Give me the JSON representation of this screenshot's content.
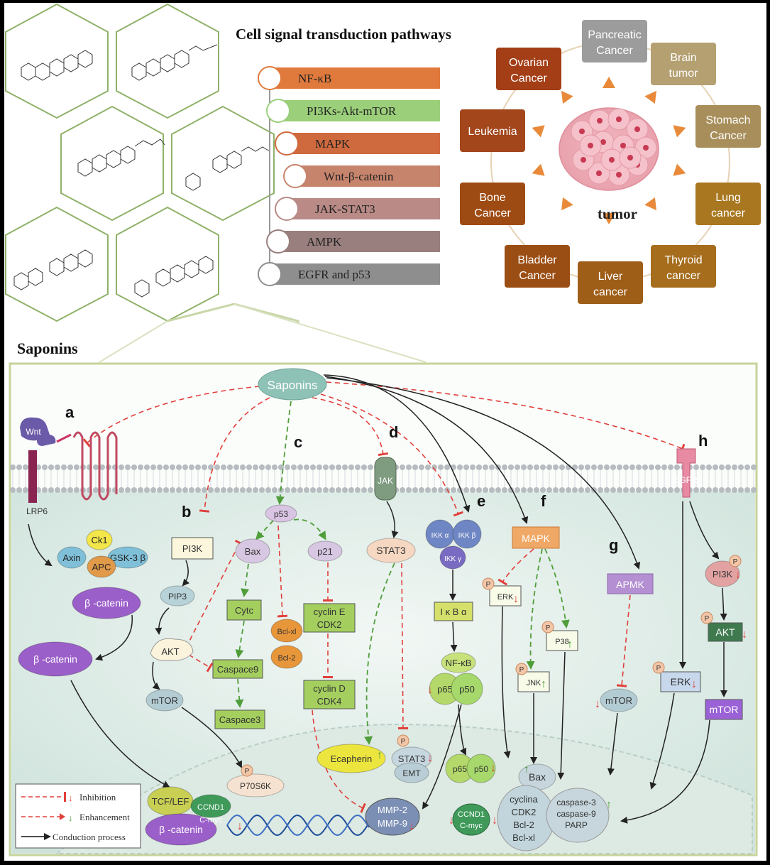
{
  "header": {
    "pathways_title": "Cell signal transduction pathways",
    "saponins_title": "Saponins"
  },
  "pathways": [
    {
      "label": "NF-κB",
      "color": "#e07a3c"
    },
    {
      "label": "PI3Ks-Akt-mTOR",
      "color": "#9bcf7a"
    },
    {
      "label": "MAPK",
      "color": "#cf6a3e"
    },
    {
      "label": "Wnt-β-catenin",
      "color": "#c7846c"
    },
    {
      "label": "JAK-STAT3",
      "color": "#b98a86"
    },
    {
      "label": "AMPK",
      "color": "#9a7f7f"
    },
    {
      "label": "EGFR and p53",
      "color": "#8e8e8e"
    }
  ],
  "cancers": [
    {
      "label": "Pancreatic Cancer",
      "color": "#9c9c9c"
    },
    {
      "label": "Brain tumor",
      "color": "#b5a072"
    },
    {
      "label": "Stomach Cancer",
      "color": "#a88e5a"
    },
    {
      "label": "Lung cancer",
      "color": "#a8771f"
    },
    {
      "label": "Thyroid cancer",
      "color": "#a56d1c"
    },
    {
      "label": "Liver cancer",
      "color": "#9f5e18"
    },
    {
      "label": "Bladder Cancer",
      "color": "#9b4e14"
    },
    {
      "label": "Bone Cancer",
      "color": "#9e4b13"
    },
    {
      "label": "Leukemia",
      "color": "#a3461c"
    },
    {
      "label": "Ovarian Cancer",
      "color": "#a33e16"
    }
  ],
  "tumor_label": "tumor",
  "diagram": {
    "root": "Saponins",
    "panels": {
      "a": "a",
      "b": "b",
      "c": "c",
      "d": "d",
      "e": "e",
      "f": "f",
      "g": "g",
      "h": "h"
    },
    "nodes": {
      "wnt": "Wnt",
      "lrp6": "LRP6",
      "ck1": "Ck1",
      "axin": "Axin",
      "gsk3b": "GSK-3 β",
      "apc": "APC",
      "bcat1": "β -catenin",
      "bcat2": "β -catenin",
      "tcf": "TCF/LEF",
      "bcat3": "β -catenin",
      "ccnd1": "CCND1",
      "cmyc": "C-myc",
      "pi3k": "PI3K",
      "pip3": "PIP3",
      "akt": "AKT",
      "mtor_b": "mTOR",
      "p70": "P70S6K",
      "p_small": "P",
      "p53": "p53",
      "bax": "Bax",
      "p21": "p21",
      "cytc": "Cytc",
      "casp9": "Caspace9",
      "casp3": "Caspace3",
      "bclxl": "Bcl-xl",
      "bcl2": "Bcl-2",
      "cyclinE": "cyclin E",
      "cdk2": "CDK2",
      "cyclinD": "cyclin D",
      "cdk4": "CDK4",
      "jak": "JAK",
      "stat3": "STAT3",
      "ecapherin": "Ecapherin",
      "stat3n": "STAT3",
      "emt": "EMT",
      "ikka": "IKK α",
      "ikkb": "IKK β",
      "ikkg": "IKK γ",
      "ikba": "I κ B α",
      "nfkb": "NF-κB",
      "p65": "p65",
      "p50": "p50",
      "p65n": "p65",
      "p50n": "p50",
      "mmp2": "MMP-2",
      "mmp9": "MMP-9",
      "mapk": "MAPK",
      "erk_f": "ERK",
      "p38": "P38",
      "jnk": "JNK",
      "baxn": "Bax",
      "cyclina": "cyclina",
      "cdk2n": "CDK2",
      "bcl2n": "Bcl-2",
      "bclxln": "Bcl-xl",
      "casp3n": "caspase-3",
      "casp9n": "caspase-9",
      "parp": "PARP",
      "apmk": "APMK",
      "mtor_g": "mTOR",
      "egfr": "EGFR",
      "pi3k_h": "PI3K",
      "akt_h": "AKT",
      "mtor_h": "mTOR",
      "erk_h": "ERK",
      "ccnd1n": "CCND1",
      "cmycn": "C-myc"
    },
    "legend": {
      "inhibition": "Inhibition",
      "enhancement": "Enhancement",
      "conduction": "Conduction process"
    }
  },
  "colors": {
    "inhibit": "#e0403a",
    "enhance": "#4f9e3a",
    "conduct": "#222222"
  }
}
